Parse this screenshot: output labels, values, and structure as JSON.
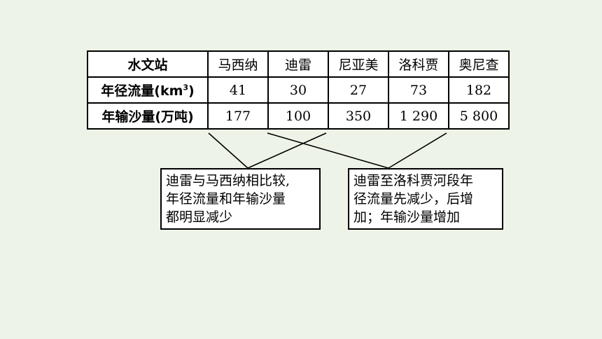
{
  "table": {
    "header": {
      "label": "水文站",
      "stations": [
        "马西纳",
        "迪雷",
        "尼亚美",
        "洛科贾",
        "奥尼查"
      ]
    },
    "rows": [
      {
        "label": "年径流量(km",
        "label_sup": "3",
        "label_close": ")",
        "values": [
          "41",
          "30",
          "27",
          "73",
          "182"
        ]
      },
      {
        "label": "年输沙量(万吨)",
        "values": [
          "177",
          "100",
          "350",
          "1 290",
          "5 800"
        ]
      }
    ]
  },
  "notes": {
    "left": {
      "lines": [
        "迪雷与马西纳相比较,",
        "年径流量和年输沙量",
        "都明显减少"
      ]
    },
    "right": {
      "lines": [
        "迪雷至洛科贾河段年",
        "径流量先减少，后增",
        "加；年输沙量增加"
      ]
    }
  },
  "colors": {
    "background": "#eef3e7",
    "box_fill": "#ffffff",
    "stroke": "#000000"
  }
}
